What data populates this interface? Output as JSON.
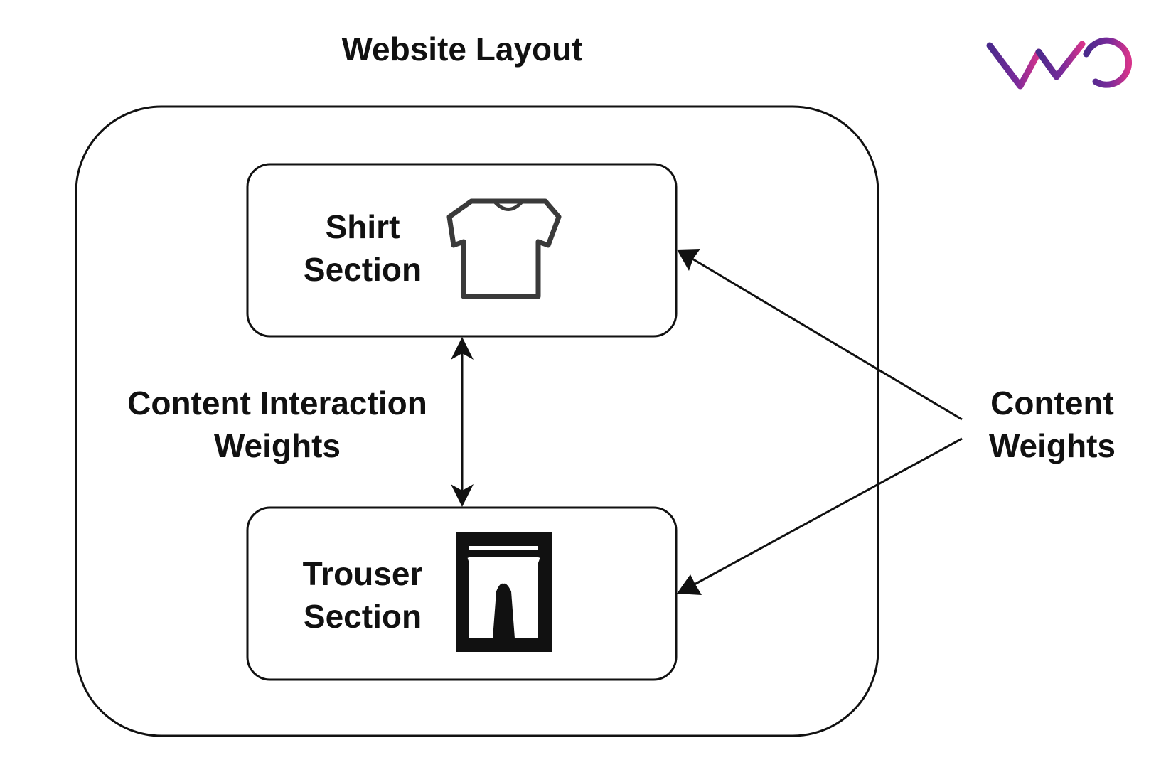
{
  "title": "Website Layout",
  "logo": {
    "text": "VWO",
    "colors": [
      "#4a2a8c",
      "#d6338b"
    ]
  },
  "sections": {
    "shirt": {
      "line1": "Shirt",
      "line2": "Section",
      "icon": "shirt-icon"
    },
    "trouser": {
      "line1": "Trouser",
      "line2": "Section",
      "icon": "trousers-icon"
    }
  },
  "labels": {
    "content_interaction": {
      "line1": "Content Interaction",
      "line2": "Weights"
    },
    "content_weights": {
      "line1": "Content",
      "line2": "Weights"
    }
  },
  "colors": {
    "stroke": "#111111",
    "icon_outline": "#3a3a3a"
  }
}
